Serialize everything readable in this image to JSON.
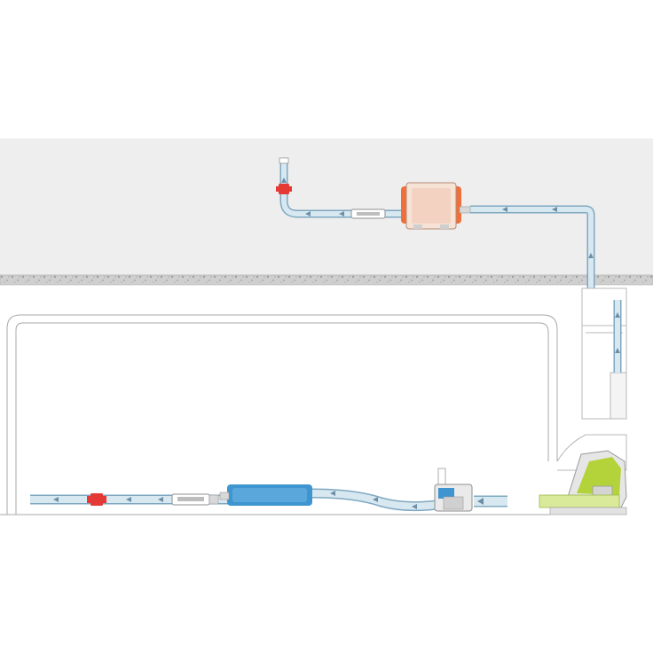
{
  "diagram": {
    "components": [
      "ceiling-void",
      "ceiling-slab",
      "wall-cassette",
      "drain-pump",
      "pump-sensor",
      "reservoir-filter",
      "check-valve",
      "flow-indicator",
      "discharge-outlet",
      "pipe-route"
    ],
    "flow_direction": "right-to-left"
  },
  "colors": {
    "ceiling_void": "#eeeeee",
    "slab": "#c6c6c6",
    "pipe": "#d7e8f1",
    "pipe_stroke": "#7fa8c0",
    "pump_orange": "#ee6f3a",
    "valve_red": "#e53935",
    "filter_blue": "#3f95cf",
    "sensor_green": "#b4d33a",
    "line": "#9a9a9a"
  }
}
